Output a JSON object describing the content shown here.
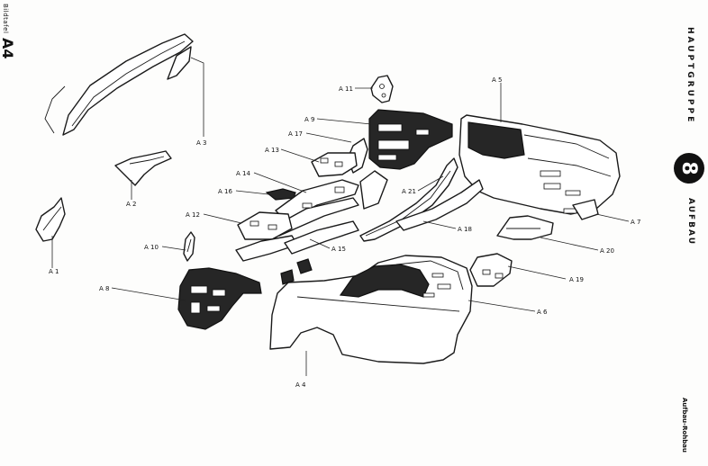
{
  "sheet": {
    "plate_caption": "Bildtafel",
    "plate_number": "A4",
    "main_group_title": "HAUPTGRUPPE",
    "main_group_number": "8",
    "group_name": "AUFBAU",
    "section_name": "Aufbau-Rohbau"
  },
  "callouts": {
    "a1": "A 1",
    "a2": "A 2",
    "a3": "A 3",
    "a4": "A 4",
    "a5": "A 5",
    "a6": "A 6",
    "a7": "A 7",
    "a8": "A 8",
    "a9": "A 9",
    "a10": "A 10",
    "a11": "A 11",
    "a12": "A 12",
    "a13": "A 13",
    "a14": "A 14",
    "a15": "A 15",
    "a16": "A 16",
    "a17": "A 17",
    "a18": "A 18",
    "a19": "A 19",
    "a20": "A 20",
    "a21": "A 21"
  },
  "colors": {
    "ink": "#1a1a1a",
    "paper": "#fdfdfc"
  }
}
